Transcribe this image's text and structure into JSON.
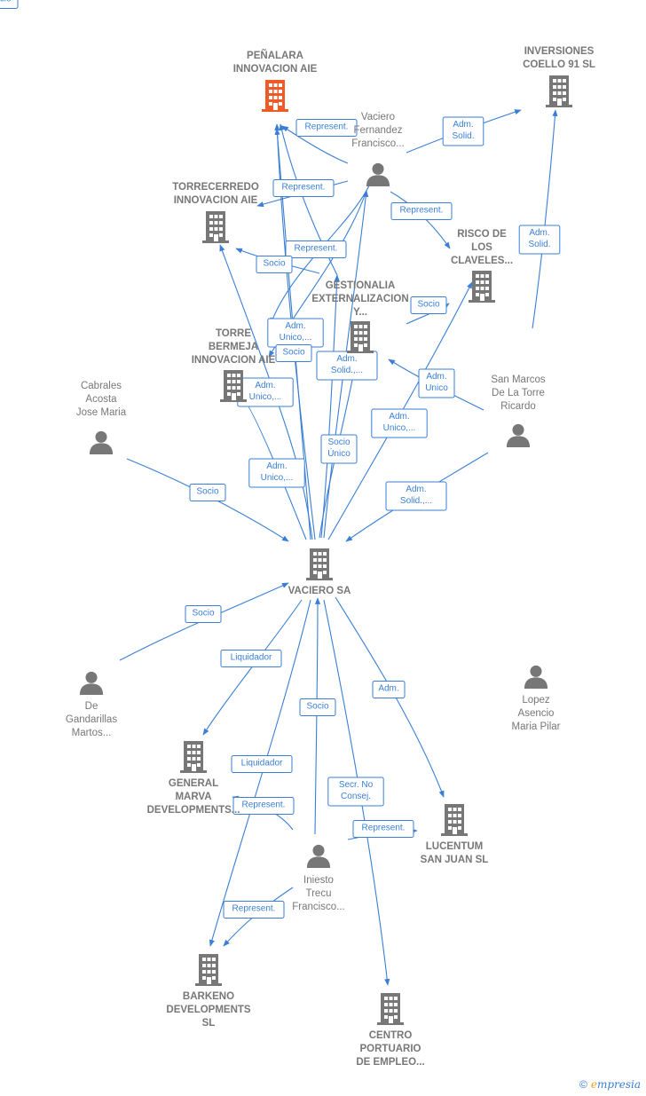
{
  "colors": {
    "edge": "#3a7fd5",
    "node": "#777777",
    "highlight": "#f05a28"
  },
  "nodes": [
    {
      "id": "penalara",
      "type": "company",
      "highlight": true,
      "label": [
        "PEÑALARA",
        "INNOVACION AIE"
      ],
      "name": "node-penalara-innovacion-aie"
    },
    {
      "id": "inversiones",
      "type": "company",
      "label": [
        "INVERSIONES",
        "COELLO 91  SL"
      ],
      "name": "node-inversiones-coello-91"
    },
    {
      "id": "vaciero_f",
      "type": "person",
      "label": [
        "Vaciero",
        "Fernandez",
        "Francisco..."
      ],
      "name": "node-vaciero-fernandez-francisco"
    },
    {
      "id": "torrecerredo",
      "type": "company",
      "label": [
        "TORRECERREDO",
        "INNOVACION AIE"
      ],
      "name": "node-torrecerredo-innovacion-aie"
    },
    {
      "id": "risco",
      "type": "company",
      "label": [
        "RISCO DE",
        "LOS",
        "CLAVELES..."
      ],
      "name": "node-risco-de-los-claveles"
    },
    {
      "id": "gestionalia",
      "type": "company",
      "label": [
        "GESTIONALIA",
        "EXTERNALIZACION",
        "Y..."
      ],
      "name": "node-gestionalia-externalizacion"
    },
    {
      "id": "torre_bermeja",
      "type": "company",
      "label": [
        "TORRE",
        "BERMEJA",
        "INNOVACION AIE"
      ],
      "name": "node-torre-bermeja-innovacion-aie"
    },
    {
      "id": "cabrales",
      "type": "person",
      "label": [
        "Cabrales",
        "Acosta",
        "Jose Maria"
      ],
      "name": "node-cabrales-acosta-jose-maria"
    },
    {
      "id": "san_marcos",
      "type": "person",
      "label": [
        "San Marcos",
        "De La Torre",
        "Ricardo"
      ],
      "name": "node-san-marcos-de-la-torre-ricardo"
    },
    {
      "id": "vaciero_sa",
      "type": "company",
      "label": [
        "VACIERO SA"
      ],
      "name": "node-vaciero-sa"
    },
    {
      "id": "de_gandarillas",
      "type": "person",
      "label": [
        "De",
        "Gandarillas",
        "Martos..."
      ],
      "name": "node-de-gandarillas-martos"
    },
    {
      "id": "lopez",
      "type": "person",
      "label": [
        "Lopez",
        "Asencio",
        "Maria Pilar"
      ],
      "name": "node-lopez-asencio-maria-pilar"
    },
    {
      "id": "general_marva",
      "type": "company",
      "label": [
        "GENERAL",
        "MARVA",
        "DEVELOPMENTS..."
      ],
      "name": "node-general-marva-developments"
    },
    {
      "id": "lucentum",
      "type": "company",
      "label": [
        "LUCENTUM",
        "SAN JUAN  SL"
      ],
      "name": "node-lucentum-san-juan"
    },
    {
      "id": "iniesto",
      "type": "person",
      "label": [
        "Iniesto",
        "Trecu",
        "Francisco..."
      ],
      "name": "node-iniesto-trecu-francisco"
    },
    {
      "id": "barkeno",
      "type": "company",
      "label": [
        "BARKENO",
        "DEVELOPMENTS",
        "SL"
      ],
      "name": "node-barkeno-developments"
    },
    {
      "id": "centro_portuario",
      "type": "company",
      "label": [
        "CENTRO",
        "PORTUARIO",
        "DE EMPLEO..."
      ],
      "name": "node-centro-portuario-de-empleo"
    }
  ],
  "edges": [
    {
      "label": "Represent.",
      "lines": [
        "Represent."
      ]
    },
    {
      "label": "Adm. Solid.",
      "lines": [
        "Adm.",
        "Solid."
      ]
    },
    {
      "label": "Represent.",
      "lines": [
        "Represent."
      ]
    },
    {
      "label": "Represent.",
      "lines": [
        "Represent."
      ]
    },
    {
      "label": "Represent.",
      "lines": [
        "Represent."
      ]
    },
    {
      "label": "Socio",
      "lines": [
        "Socio"
      ]
    },
    {
      "label": "Adm. Solid.",
      "lines": [
        "Adm.",
        "Solid."
      ]
    },
    {
      "label": "Socio",
      "lines": [
        "Socio"
      ]
    },
    {
      "label": "Adm. Unico,...",
      "lines": [
        "Adm.",
        "Unico,..."
      ]
    },
    {
      "label": "Socio",
      "lines": [
        "Socio"
      ]
    },
    {
      "label": "Adm. Solid.,...",
      "lines": [
        "Adm.",
        "Solid.,..."
      ]
    },
    {
      "label": "Adm. Unico",
      "lines": [
        "Adm.",
        "Unico"
      ]
    },
    {
      "label": "Adm. Unico,...",
      "lines": [
        "Adm.",
        "Unico,..."
      ]
    },
    {
      "label": "Adm. Unico,...",
      "lines": [
        "Adm.",
        "Unico,..."
      ]
    },
    {
      "label": "Socio Único",
      "lines": [
        "Socio",
        "Único"
      ]
    },
    {
      "label": "Adm. Unico,...",
      "lines": [
        "Adm.",
        "Unico,..."
      ]
    },
    {
      "label": "Socio",
      "lines": [
        "Socio"
      ]
    },
    {
      "label": "Adm. Solid.,...",
      "lines": [
        "Adm.",
        "Solid.,..."
      ]
    },
    {
      "label": "Socio",
      "lines": [
        "Socio"
      ]
    },
    {
      "label": "Socio",
      "lines": [
        "Socio"
      ]
    },
    {
      "label": "Liquidador",
      "lines": [
        "Liquidador"
      ]
    },
    {
      "label": "Adm.",
      "lines": [
        "Adm."
      ]
    },
    {
      "label": "Socio",
      "lines": [
        "Socio"
      ]
    },
    {
      "label": "Liquidador",
      "lines": [
        "Liquidador"
      ]
    },
    {
      "label": "Secr. No Consej.",
      "lines": [
        "Secr.  No",
        "Consej."
      ]
    },
    {
      "label": "Represent.",
      "lines": [
        "Represent."
      ]
    },
    {
      "label": "Represent.",
      "lines": [
        "Represent."
      ]
    },
    {
      "label": "Represent.",
      "lines": [
        "Represent."
      ]
    }
  ],
  "brand": {
    "copyright": "©",
    "first_letter": "e",
    "rest": "mpresia"
  }
}
